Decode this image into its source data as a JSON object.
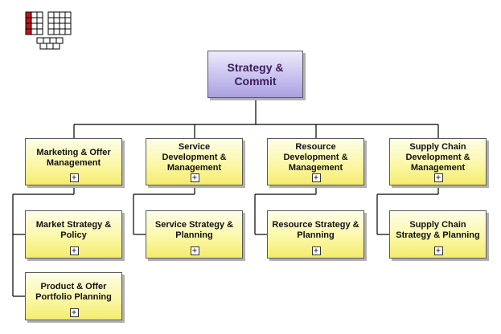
{
  "root": {
    "label": "Strategy & Commit"
  },
  "columns": [
    {
      "header": "Marketing & Offer Management",
      "children": [
        "Market Strategy & Policy",
        "Product & Offer Portfolio Planning"
      ]
    },
    {
      "header": "Service Development & Management",
      "children": [
        "Service Strategy & Planning"
      ]
    },
    {
      "header": "Resource Development & Management",
      "children": [
        "Resource Strategy & Planning"
      ]
    },
    {
      "header": "Supply Chain Development & Management",
      "children": [
        "Supply Chain Strategy & Planning"
      ]
    }
  ],
  "expand_symbol": "+",
  "colors": {
    "root_fill": "#c9c2ef",
    "node_fill": "#fbf7a8",
    "root_text": "#3b1c5c",
    "logo_red": "#c0141c"
  },
  "icons": [
    "logo-icon",
    "expand-icon"
  ]
}
